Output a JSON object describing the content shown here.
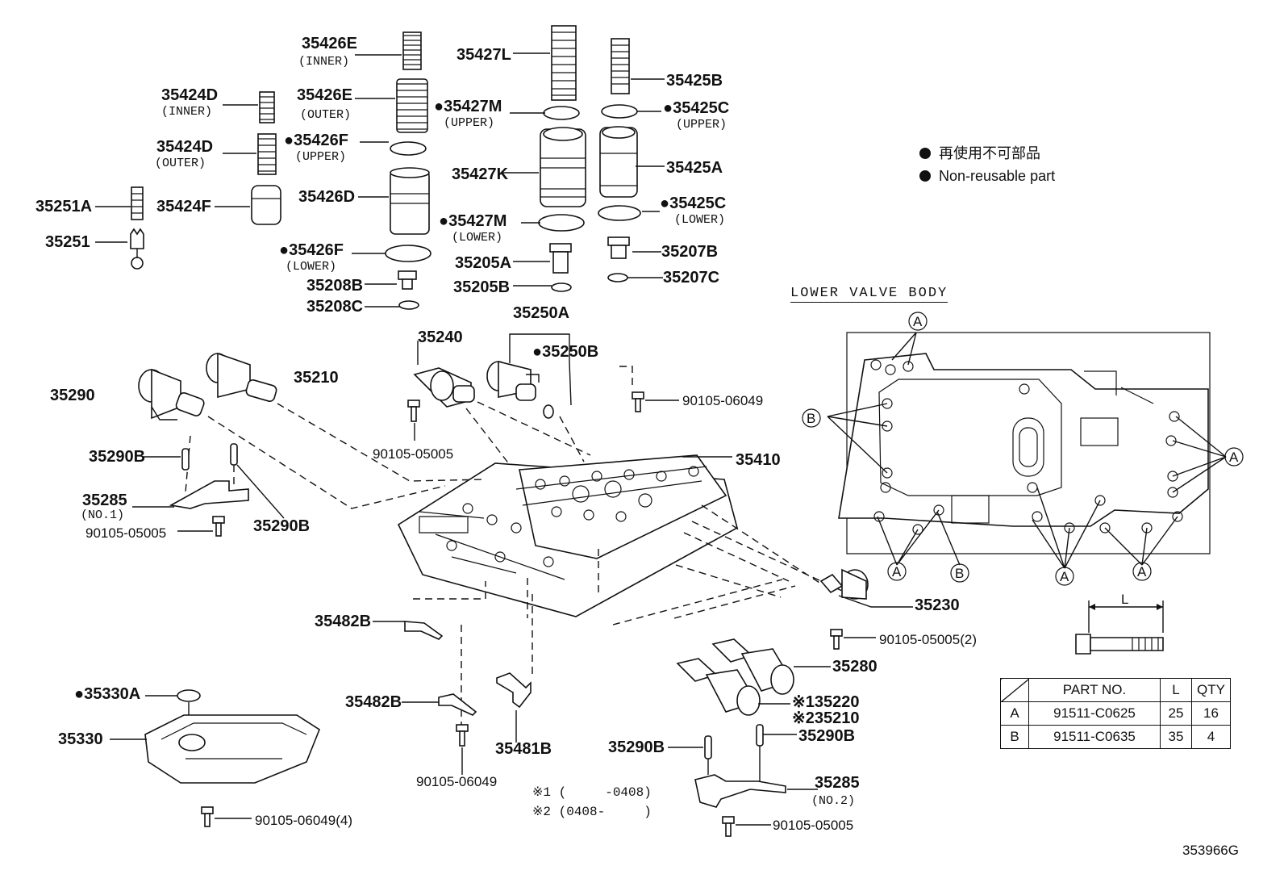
{
  "diagram_id": "353966G",
  "legend": {
    "items": [
      "再使用不可部品",
      "Non-reusable part"
    ]
  },
  "lower_valve_body": {
    "title": "LOWER VALVE BODY",
    "marker_a": "A",
    "marker_b": "B",
    "bolt_dim": "L"
  },
  "labels": {
    "p35426E_inner": "35426E",
    "p35426E_inner_sub": "(INNER)",
    "p35424D_inner": "35424D",
    "p35424D_inner_sub": "(INNER)",
    "p35426E_outer": "35426E",
    "p35426E_outer_sub": "(OUTER)",
    "p35424D_outer": "35424D",
    "p35424D_outer_sub": "(OUTER)",
    "p35426F_upper": "●35426F",
    "p35426F_upper_sub": "(UPPER)",
    "p35251A": "35251A",
    "p35424F": "35424F",
    "p35426D": "35426D",
    "p35251": "35251",
    "p35426F_lower": "●35426F",
    "p35426F_lower_sub": "(LOWER)",
    "p35208B": "35208B",
    "p35208C": "35208C",
    "p35427L": "35427L",
    "p35427M_upper": "●35427M",
    "p35427M_upper_sub": "(UPPER)",
    "p35427K": "35427K",
    "p35427M_lower": "●35427M",
    "p35427M_lower_sub": "(LOWER)",
    "p35205A": "35205A",
    "p35205B": "35205B",
    "p35425B": "35425B",
    "p35425C_upper": "●35425C",
    "p35425C_upper_sub": "(UPPER)",
    "p35425A": "35425A",
    "p35425C_lower": "●35425C",
    "p35425C_lower_sub": "(LOWER)",
    "p35207B": "35207B",
    "p35207C": "35207C",
    "p35250A": "35250A",
    "p35250B": "●35250B",
    "p35240": "35240",
    "p35210": "35210",
    "p35290": "35290",
    "p90105_06049_top": "90105-06049",
    "p90105_05005_mid": "90105-05005",
    "p35410": "35410",
    "p35290B_l1": "35290B",
    "p35285_no1": "35285",
    "p35285_no1_sub": "(NO.1)",
    "p90105_05005_l": "90105-05005",
    "p35290B_l2": "35290B",
    "p35482B_1": "35482B",
    "p35482B_2": "35482B",
    "p35481B": "35481B",
    "p35230": "35230",
    "p90105_05005_2": "90105-05005(2)",
    "p35280": "35280",
    "p35220": "※135220",
    "p35210b": "※235210",
    "p35290B_r1": "35290B",
    "p35290B_r2": "35290B",
    "p35285_no2": "35285",
    "p35285_no2_sub": "(NO.2)",
    "p90105_05005_b": "90105-05005",
    "p35330A": "●35330A",
    "p35330": "35330",
    "p90105_06049_b": "90105-06049",
    "p90105_06049_4": "90105-06049(4)"
  },
  "notes": [
    "※1 (     -0408)",
    "※2 (0408-     )"
  ],
  "table": {
    "headers": [
      "",
      "PART NO.",
      "L",
      "QTY"
    ],
    "rows": [
      [
        "A",
        "91511-C0625",
        "25",
        "16"
      ],
      [
        "B",
        "91511-C0635",
        "35",
        "4"
      ]
    ]
  }
}
